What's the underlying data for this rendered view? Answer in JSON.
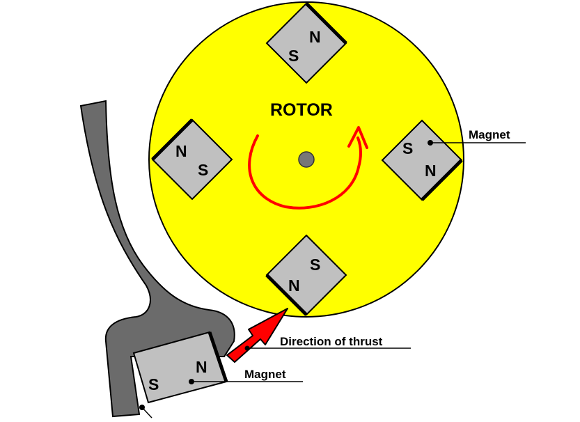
{
  "rotor": {
    "label": "ROTOR",
    "fill_color": "#ffff00",
    "magnets": [
      {
        "position": "top",
        "pole_a": "N",
        "pole_b": "S"
      },
      {
        "position": "left",
        "pole_a": "N",
        "pole_b": "S"
      },
      {
        "position": "right",
        "pole_a": "S",
        "pole_b": "N"
      },
      {
        "position": "bottom",
        "pole_a": "S",
        "pole_b": "N"
      }
    ],
    "rotation_arrow_color": "#ff0000"
  },
  "stator": {
    "arm_color": "#6b6b6b",
    "magnet": {
      "pole_a": "N",
      "pole_b": "S"
    }
  },
  "magnet_color": "#c0c0c0",
  "labels": {
    "rotor_magnet": "Magnet",
    "thrust": "Direction of thrust",
    "stator_magnet": "Magnet"
  },
  "thrust_arrow_color": "#ff0000"
}
